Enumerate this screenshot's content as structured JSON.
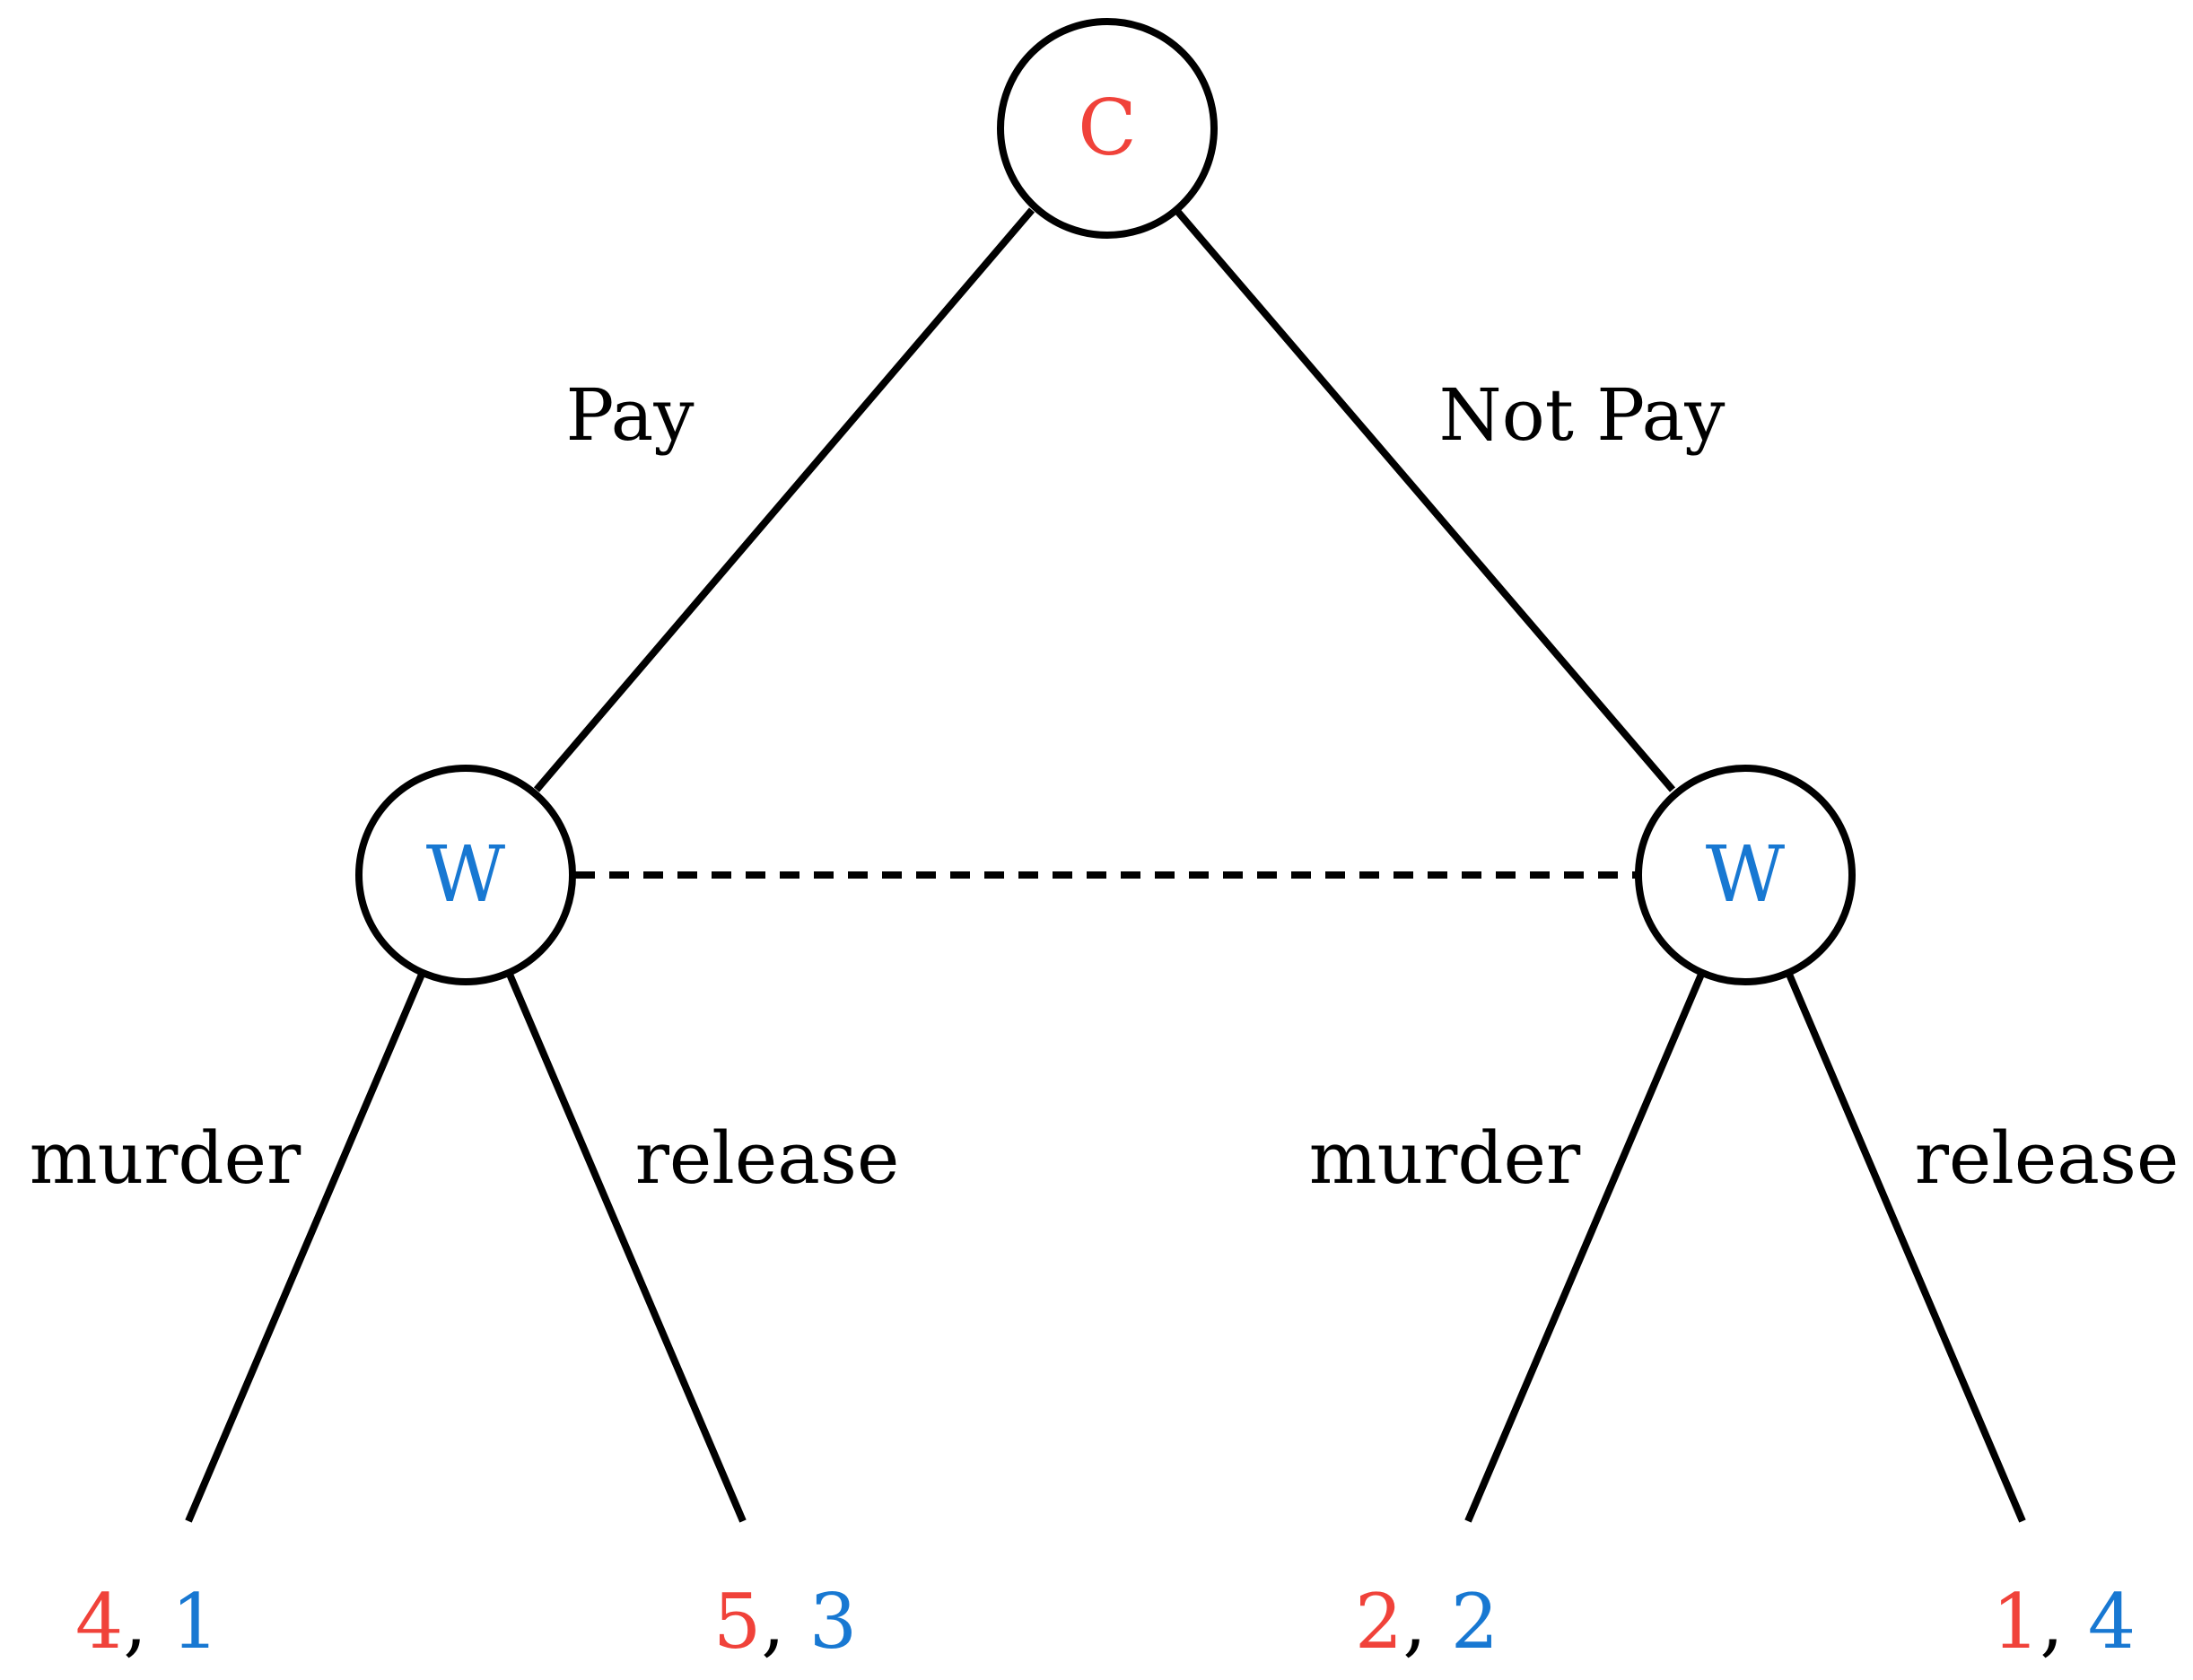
{
  "colors": {
    "player_c": "#f0423a",
    "player_w": "#1878d2",
    "line": "#000000",
    "background": "#ffffff"
  },
  "nodes": {
    "root": {
      "player": "C"
    },
    "left": {
      "player": "W"
    },
    "right": {
      "player": "W"
    }
  },
  "branches": {
    "pay": "Pay",
    "not_pay": "Not Pay",
    "left_murder": "murder",
    "left_release": "release",
    "right_murder": "murder",
    "right_release": "release"
  },
  "payoffs": [
    {
      "c": "4",
      "w": "1"
    },
    {
      "c": "5",
      "w": "3"
    },
    {
      "c": "2",
      "w": "2"
    },
    {
      "c": "1",
      "w": "4"
    }
  ]
}
